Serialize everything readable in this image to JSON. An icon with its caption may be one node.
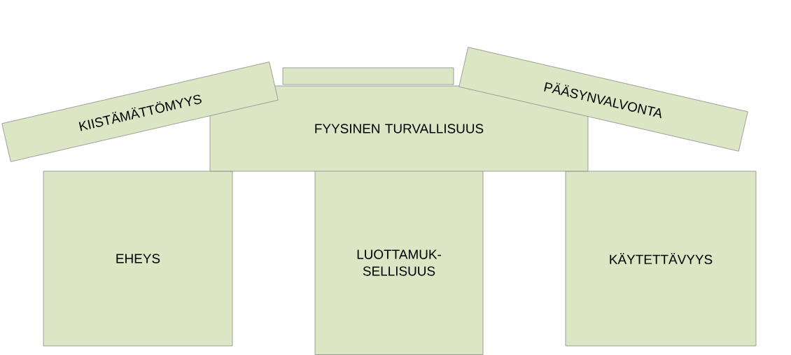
{
  "diagram": {
    "nodes": [
      {
        "text": [
          "KIISTÄMÄTTÖMYYS"
        ]
      },
      {
        "text": [
          "PÄÄSYNVALVONTA"
        ]
      },
      {
        "text": [
          "FYYSINEN TURVALLISUUS"
        ]
      },
      {
        "text": [
          "EHEYS"
        ]
      },
      {
        "text": [
          "LUOTTAMUK- SELLISUUS"
        ]
      },
      {
        "text": [
          "KÄYTETTÄVYYS"
        ]
      },
      {
        "text": [],
        "shape": "box"
      }
    ]
  }
}
